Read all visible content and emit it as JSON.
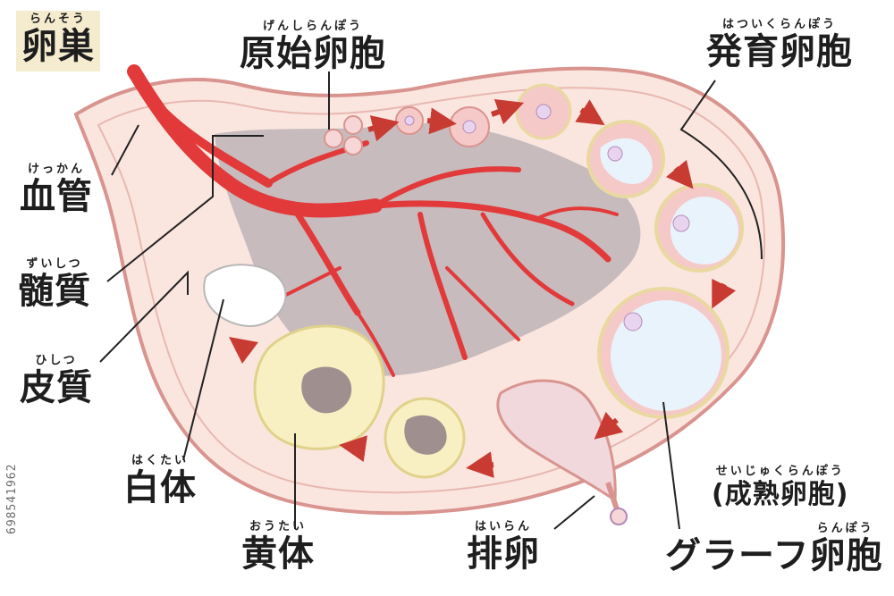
{
  "labels": {
    "ovary": {
      "ruby": "らんそう",
      "text": "卵巣"
    },
    "primordial": {
      "ruby": "げんしらんぽう",
      "text": "原始卵胞"
    },
    "developing": {
      "ruby": "はついくらんぽう",
      "text": "発育卵胞"
    },
    "vessel": {
      "ruby": "けっかん",
      "text": "血管"
    },
    "medulla": {
      "ruby": "ずいしつ",
      "text": "髄質"
    },
    "cortex": {
      "ruby": "ひしつ",
      "text": "皮質"
    },
    "albicans": {
      "ruby": "はくたい",
      "text": "白体"
    },
    "luteum": {
      "ruby": "おうたい",
      "text": "黄体"
    },
    "ovulation": {
      "ruby": "はいらん",
      "text": "排卵"
    },
    "mature": {
      "ruby": "せいじゅくらんぽう",
      "text": "(成熟卵胞)"
    },
    "graafian": {
      "ruby": "らんぽう",
      "text": "グラーフ卵胞"
    }
  },
  "watermark": "698541962",
  "colors": {
    "label_box": "#f5ecd0",
    "cortex": "#fae6df",
    "outline": "#d9948f",
    "medulla": "#bdb3b7",
    "vessel": "#e23a3a",
    "follicle_wall": "#f6c9c9",
    "antrum": "#e9f3fb",
    "corpus_luteum": "#f8f0c2",
    "arrow": "#c83b33"
  }
}
